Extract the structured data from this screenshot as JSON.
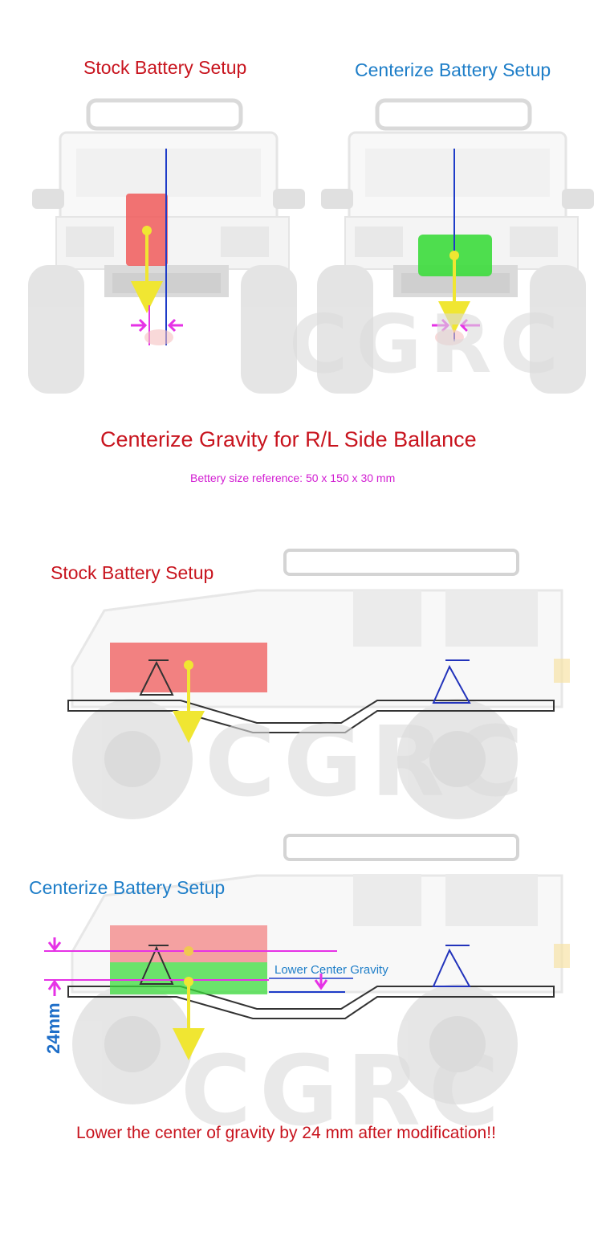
{
  "top": {
    "left_title": "Stock Battery Setup",
    "right_title": "Centerize Battery Setup",
    "heading": "Centerize Gravity for R/L Side Ballance",
    "battery_note": "Bettery size reference: 50 x 150 x 30 mm"
  },
  "side_stock": {
    "title": "Stock Battery Setup"
  },
  "side_center": {
    "title": "Centerize Battery Setup",
    "lower_cg_label": "Lower Center Gravity",
    "dimension_label": "24mm",
    "footer": "Lower the center of gravity by 24 mm after modification!!"
  },
  "watermark": "CGRC",
  "colors": {
    "stock_battery": "#f05a5a",
    "center_battery": "#3cdc3c",
    "gravity_arrow": "#f0e632",
    "magenta": "#e632e6",
    "centerline": "#1e3cc8"
  }
}
